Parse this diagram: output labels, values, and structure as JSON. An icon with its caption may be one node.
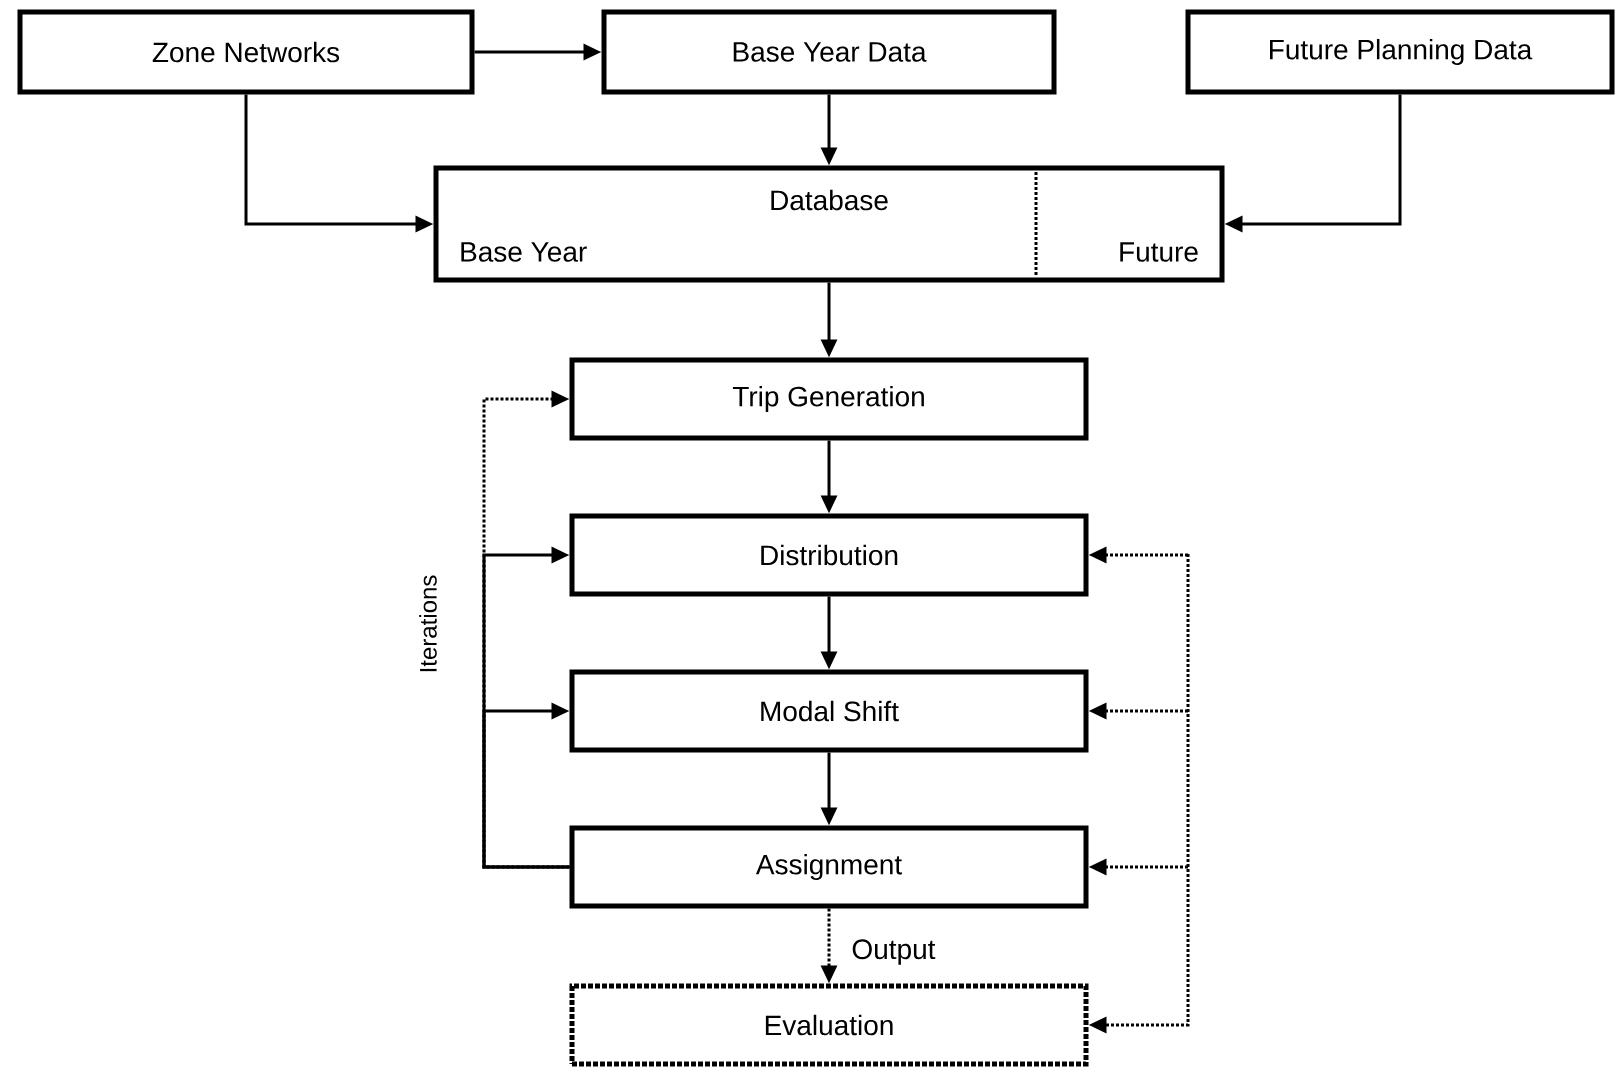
{
  "diagram": {
    "nodes": [
      {
        "text": [
          "Zone Networks"
        ]
      },
      {
        "text": [
          "Base Year Data"
        ]
      },
      {
        "text": [
          "Future Planning Data"
        ]
      },
      {
        "text": [
          "Database",
          "Base Year",
          "Future"
        ]
      },
      {
        "text": [
          "Trip Generation"
        ]
      },
      {
        "text": [
          "Distribution"
        ]
      },
      {
        "text": [
          "Modal Shift"
        ]
      },
      {
        "text": [
          "Assignment"
        ]
      },
      {
        "text": [
          "Evaluation"
        ]
      }
    ],
    "edges": [
      {
        "from": 0,
        "to": 1,
        "arrow": "to"
      },
      {
        "from": 0,
        "to": 3,
        "arrow": "to"
      },
      {
        "from": 1,
        "to": 3,
        "arrow": "to"
      },
      {
        "from": 2,
        "to": 3,
        "arrow": "to"
      },
      {
        "from": 3,
        "to": 4,
        "arrow": "to"
      },
      {
        "from": 4,
        "to": 5,
        "arrow": "to"
      },
      {
        "from": 5,
        "to": 6,
        "arrow": "to"
      },
      {
        "from": 6,
        "to": 7,
        "arrow": "to"
      },
      {
        "from": 7,
        "to": 8,
        "arrow": "to",
        "style": "dashed",
        "label": "Output"
      },
      {
        "from": 7,
        "to": 5,
        "arrow": "to"
      },
      {
        "from": 7,
        "to": 6,
        "arrow": "to"
      },
      {
        "from": 7,
        "to": 4,
        "arrow": "to",
        "style": "dashed"
      },
      {
        "from": null,
        "to": 5,
        "arrow": "to",
        "style": "dashed"
      },
      {
        "from": null,
        "to": 6,
        "arrow": "to",
        "style": "dashed"
      },
      {
        "from": null,
        "to": 7,
        "arrow": "to",
        "style": "dashed"
      },
      {
        "from": null,
        "to": 8,
        "arrow": "to",
        "style": "dashed"
      }
    ],
    "labels": [
      "Iterations"
    ]
  }
}
